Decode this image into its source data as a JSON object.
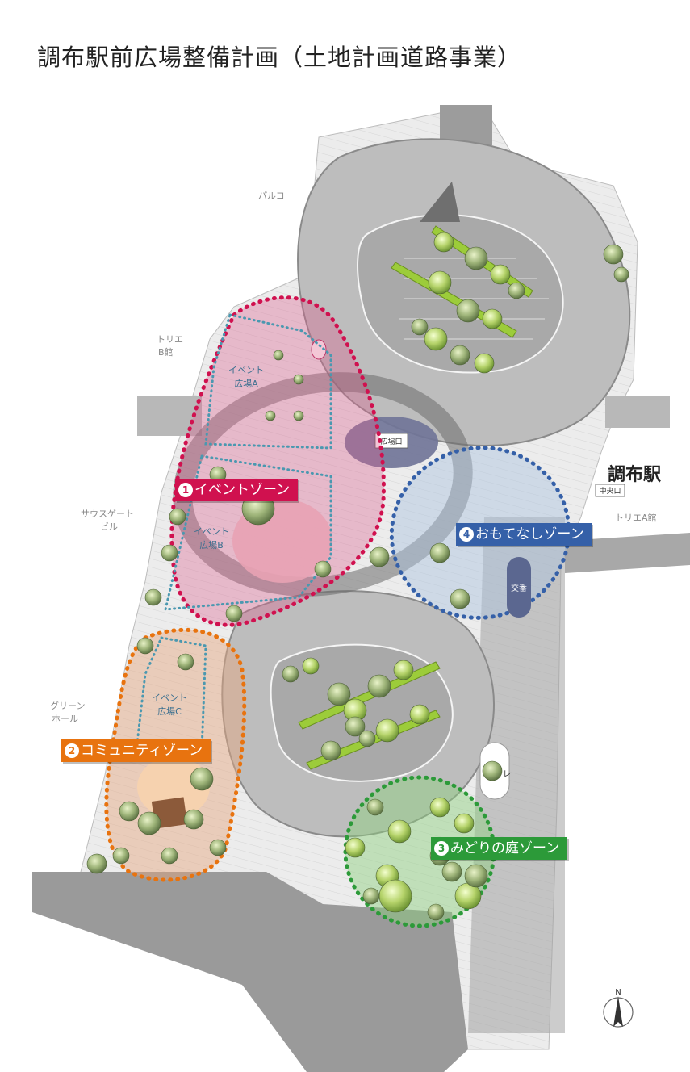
{
  "title": "調布駅前広場整備計画（土地計画道路事業）",
  "station": "調布駅",
  "labels": {
    "parco": "パルコ",
    "torie_b_1": "トリエ",
    "torie_b_2": "B館",
    "south_gate_1": "サウスゲート",
    "south_gate_2": "ビル",
    "green_hall_1": "グリーン",
    "green_hall_2": "ホール",
    "torie_a": "トリエA館",
    "central_exit": "中央口",
    "plaza_exit": "広場口",
    "koban": "交番",
    "toilet": "トイレ",
    "event_a_1": "イベント",
    "event_a_2": "広場A",
    "event_b_1": "イベント",
    "event_b_2": "広場B",
    "event_c_1": "イベント",
    "event_c_2": "広場C",
    "north": "N"
  },
  "zones": [
    {
      "num": "1",
      "name": "イベントゾーン",
      "color": "#d0114f"
    },
    {
      "num": "2",
      "name": "コミュニティゾーン",
      "color": "#e8730f"
    },
    {
      "num": "3",
      "name": "みどりの庭ゾーン",
      "color": "#2c9a39"
    },
    {
      "num": "4",
      "name": "おもてなしゾーン",
      "color": "#3560a8"
    }
  ]
}
